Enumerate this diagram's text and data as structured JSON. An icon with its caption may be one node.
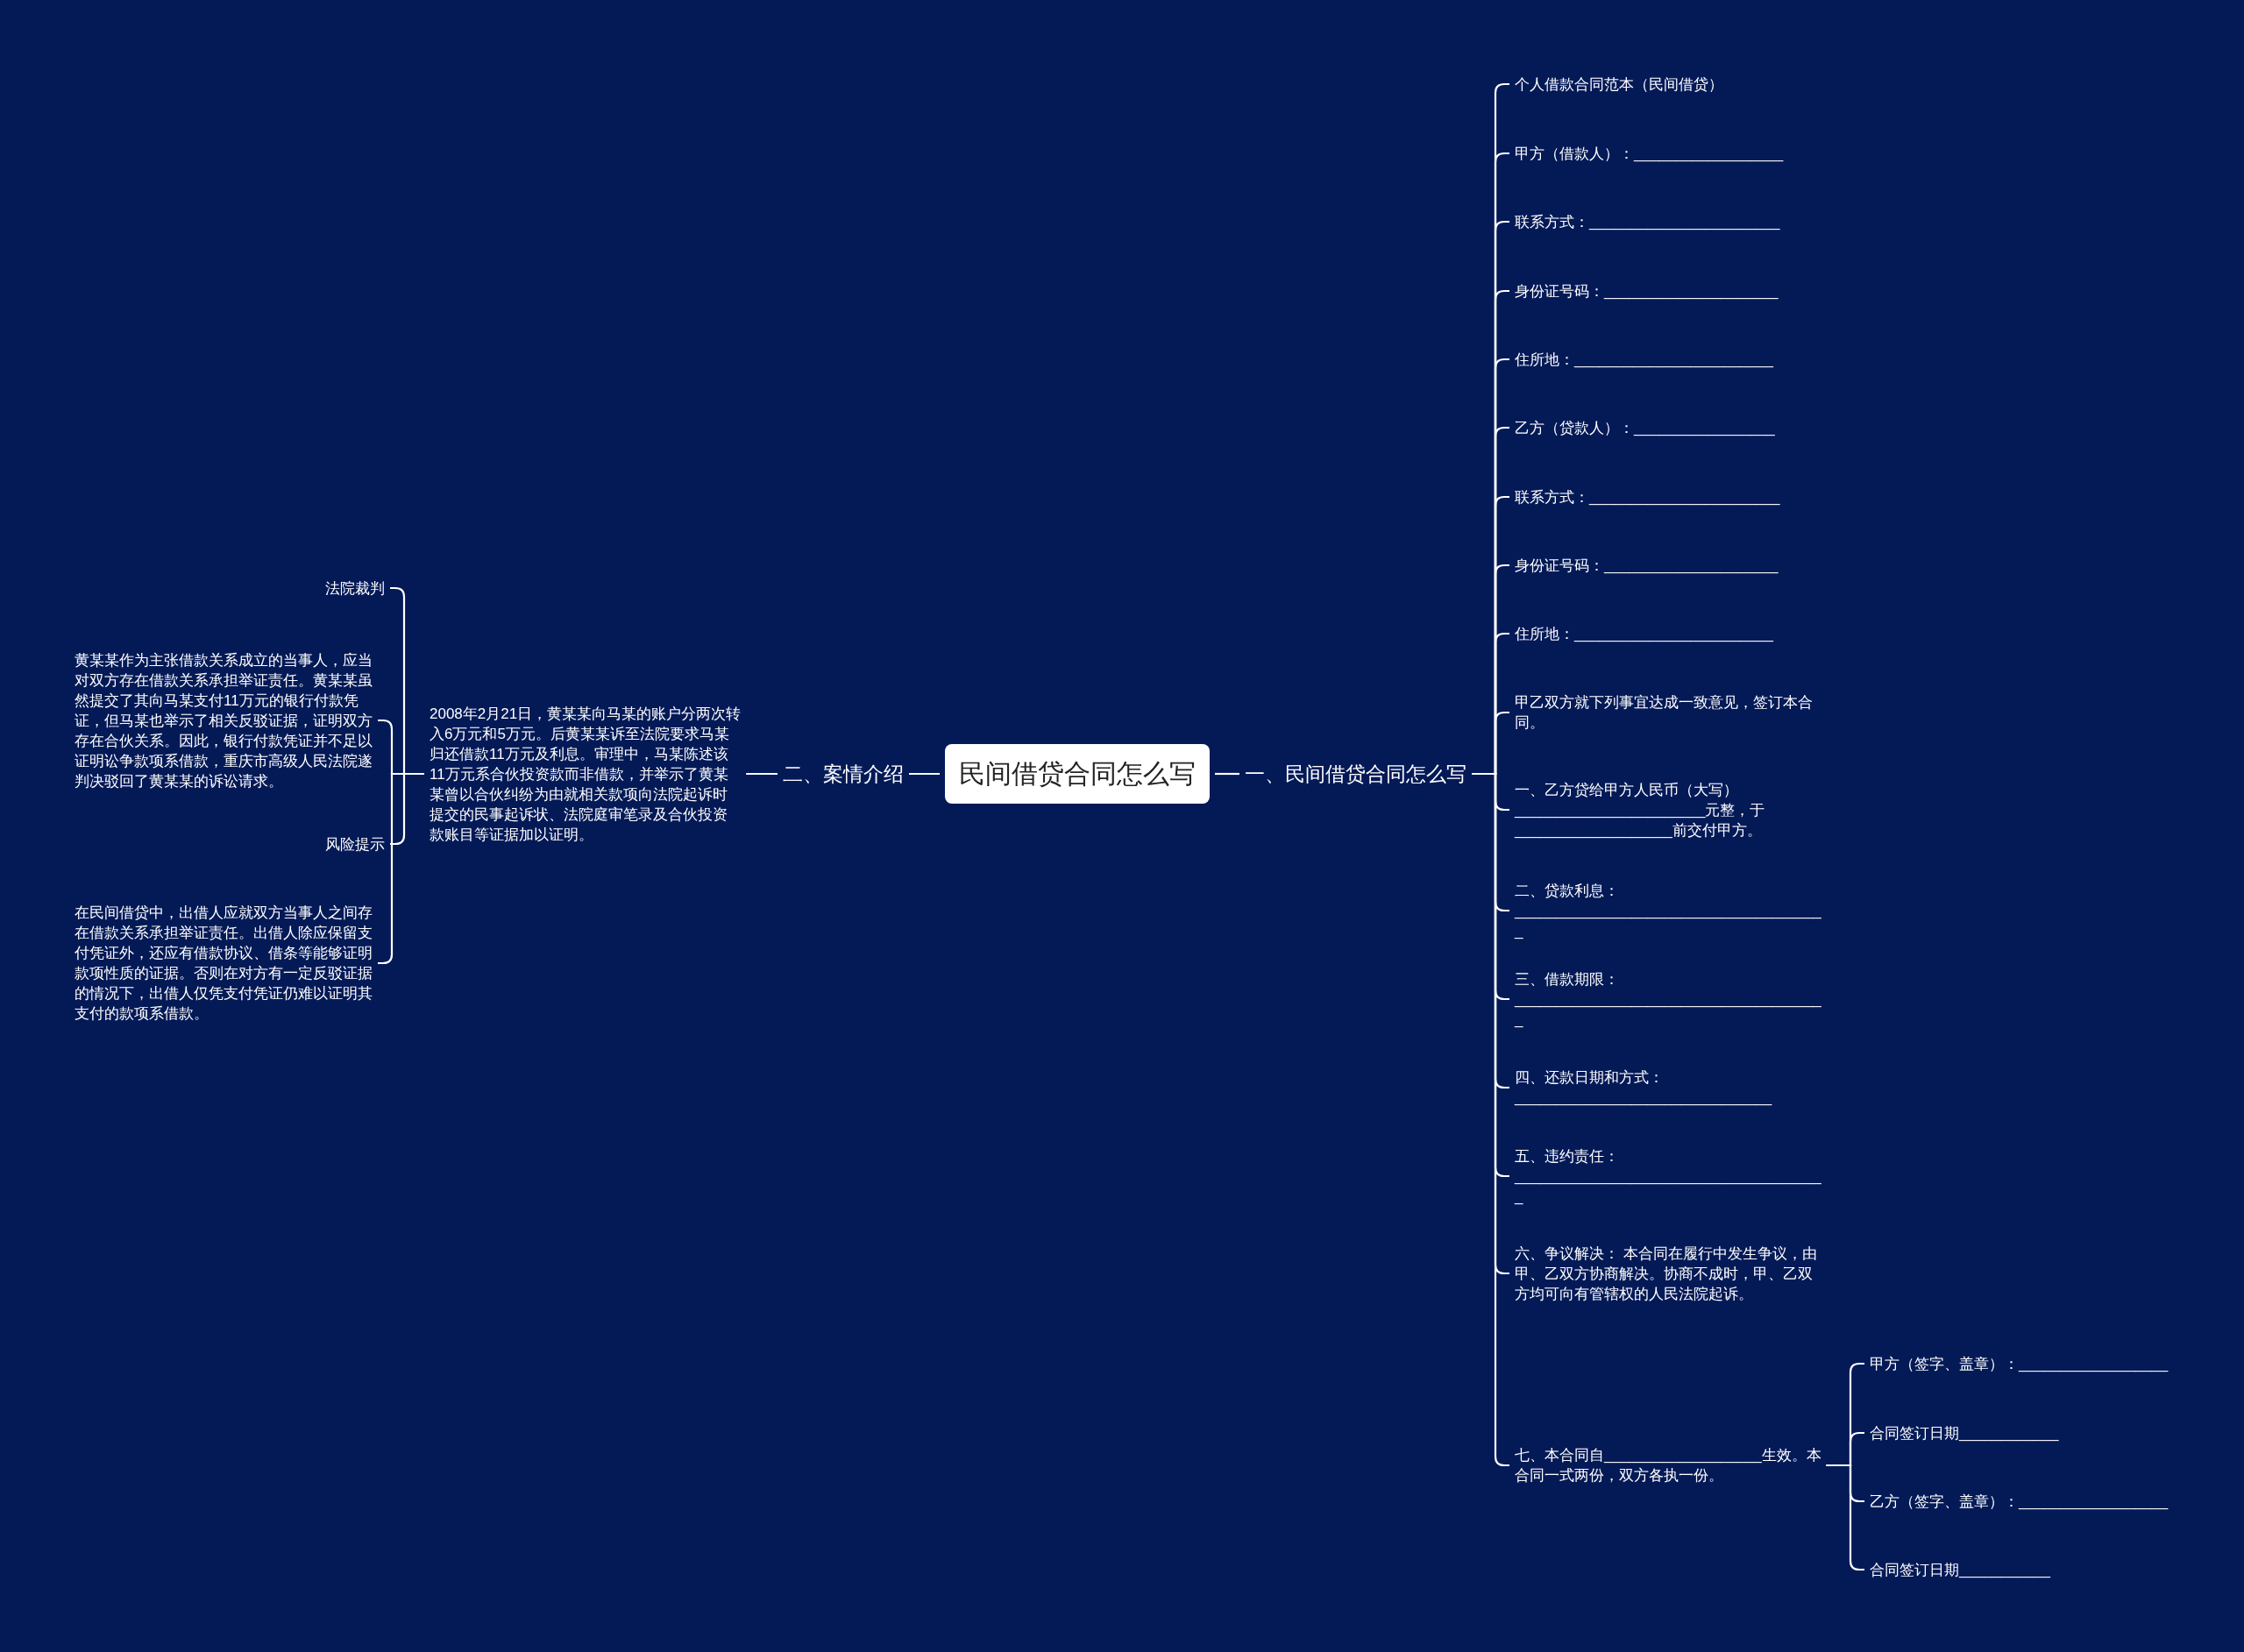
{
  "diagram": {
    "nodes": [
      {
        "text": [
          "民间借贷合同怎么写"
        ]
      },
      {
        "text": [
          "一、民间借贷合同怎么写"
        ]
      },
      {
        "text": [
          "个人借款合同范本（民间借贷）"
        ]
      },
      {
        "text": [
          "甲方（借款人）：__________________"
        ]
      },
      {
        "text": [
          "联系方式：_______________________"
        ]
      },
      {
        "text": [
          "身份证号码：_____________________"
        ]
      },
      {
        "text": [
          "住所地：________________________"
        ]
      },
      {
        "text": [
          "乙方（贷款人）：_________________"
        ]
      },
      {
        "text": [
          "联系方式：_______________________"
        ]
      },
      {
        "text": [
          "身份证号码：_____________________"
        ]
      },
      {
        "text": [
          "住所地：________________________"
        ]
      },
      {
        "text": [
          "甲乙双方就下列事宜达成一致意见，签订本合同。"
        ]
      },
      {
        "text": [
          "一、乙方贷给甲方人民币（大写）_______________________元整，于___________________前交付甲方。"
        ]
      },
      {
        "text": [
          "二、贷款利息：______________________________________"
        ]
      },
      {
        "text": [
          "三、借款期限：______________________________________"
        ]
      },
      {
        "text": [
          "四、还款日期和方式：_______________________________"
        ]
      },
      {
        "text": [
          "五、违约责任：______________________________________"
        ]
      },
      {
        "text": [
          "六、争议解决： 本合同在履行中发生争议，由甲、乙双方协商解决。协商不成时，甲、乙双方均可向有管辖权的人民法院起诉。"
        ]
      },
      {
        "text": [
          "七、本合同自___________________生效。本合同一式两份，双方各执一份。"
        ]
      },
      {
        "text": [
          "甲方（签字、盖章）：__________________"
        ]
      },
      {
        "text": [
          "合同签订日期____________"
        ]
      },
      {
        "text": [
          "乙方（签字、盖章）：__________________"
        ]
      },
      {
        "text": [
          "合同签订日期___________"
        ]
      },
      {
        "text": [
          "二、案情介绍"
        ]
      },
      {
        "text": [
          "2008年2月21日，黄某某向马某的账户分两次转入6万元和5万元。后黄某某诉至法院要求马某归还借款11万元及利息。审理中，马某陈述该11万元系合伙投资款而非借款，并举示了黄某某曾以合伙纠纷为由就相关款项向法院起诉时提交的民事起诉状、法院庭审笔录及合伙投资款账目等证据加以证明。"
        ]
      },
      {
        "text": [
          "法院裁判"
        ]
      },
      {
        "text": [
          "黄某某作为主张借款关系成立的当事人，应当对双方存在借款关系承担举证责任。黄某某虽然提交了其向马某支付11万元的银行付款凭证，但马某也举示了相关反驳证据，证明双方存在合伙关系。因此，银行付款凭证并不足以证明讼争款项系借款，重庆市高级人民法院遂判决驳回了黄某某的诉讼请求。"
        ]
      },
      {
        "text": [
          "风险提示"
        ]
      },
      {
        "text": [
          "在民间借贷中，出借人应就双方当事人之间存在借款关系承担举证责任。出借人除应保留支付凭证外，还应有借款协议、借条等能够证明款项性质的证据。否则在对方有一定反驳证据的情况下，出借人仅凭支付凭证仍难以证明其支付的款项系借款。"
        ]
      }
    ],
    "edges": [
      {
        "from": 0,
        "to": 1,
        "arrow": "none"
      },
      {
        "from": 1,
        "to": 2,
        "arrow": "none"
      },
      {
        "from": 1,
        "to": 3,
        "arrow": "none"
      },
      {
        "from": 1,
        "to": 4,
        "arrow": "none"
      },
      {
        "from": 1,
        "to": 5,
        "arrow": "none"
      },
      {
        "from": 1,
        "to": 6,
        "arrow": "none"
      },
      {
        "from": 1,
        "to": 7,
        "arrow": "none"
      },
      {
        "from": 1,
        "to": 8,
        "arrow": "none"
      },
      {
        "from": 1,
        "to": 9,
        "arrow": "none"
      },
      {
        "from": 1,
        "to": 10,
        "arrow": "none"
      },
      {
        "from": 1,
        "to": 11,
        "arrow": "none"
      },
      {
        "from": 1,
        "to": 12,
        "arrow": "none"
      },
      {
        "from": 1,
        "to": 13,
        "arrow": "none"
      },
      {
        "from": 1,
        "to": 14,
        "arrow": "none"
      },
      {
        "from": 1,
        "to": 15,
        "arrow": "none"
      },
      {
        "from": 1,
        "to": 16,
        "arrow": "none"
      },
      {
        "from": 1,
        "to": 17,
        "arrow": "none"
      },
      {
        "from": 1,
        "to": 18,
        "arrow": "none"
      },
      {
        "from": 18,
        "to": 19,
        "arrow": "none"
      },
      {
        "from": 18,
        "to": 20,
        "arrow": "none"
      },
      {
        "from": 18,
        "to": 21,
        "arrow": "none"
      },
      {
        "from": 18,
        "to": 22,
        "arrow": "none"
      },
      {
        "from": 0,
        "to": 23,
        "arrow": "none"
      },
      {
        "from": 23,
        "to": 24,
        "arrow": "none"
      },
      {
        "from": 24,
        "to": 25,
        "arrow": "none"
      },
      {
        "from": 24,
        "to": 26,
        "arrow": "none"
      },
      {
        "from": 24,
        "to": 27,
        "arrow": "none"
      },
      {
        "from": 24,
        "to": 28,
        "arrow": "none"
      }
    ]
  }
}
